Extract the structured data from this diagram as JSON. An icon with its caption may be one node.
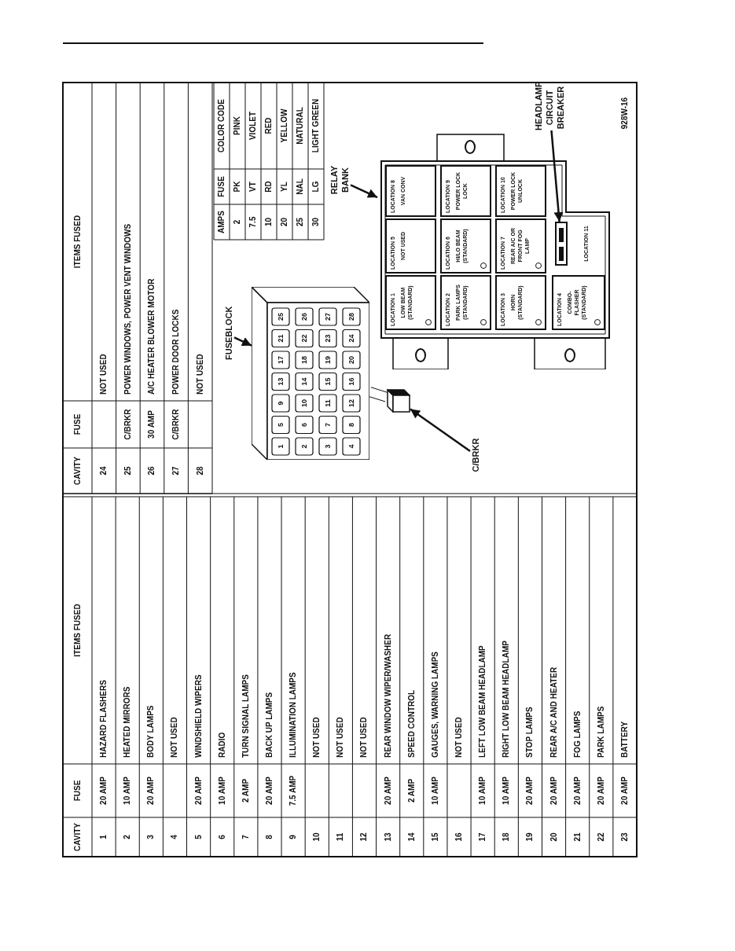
{
  "diagram": {
    "nodes": [
      {
        "text": [
          "FUSEBLOCK"
        ]
      },
      {
        "text": [],
        "shape": "picture"
      },
      {
        "text": [
          "C/BRKR"
        ]
      },
      {
        "text": [],
        "shape": "box"
      },
      {
        "text": [
          "RELAY BANK"
        ]
      },
      {
        "text": [],
        "shape": "box"
      },
      {
        "text": [
          "LOCATION 1",
          "LOW BEAM (STANDARD)"
        ],
        "in": 5
      },
      {
        "text": [
          "LOCATION 5",
          "NOT USED"
        ],
        "in": 5
      },
      {
        "text": [
          "LOCATION 8",
          "VAN CONV"
        ],
        "in": 5
      },
      {
        "text": [
          "LOCATION 2",
          "PARK LAMPS (STANDARD)"
        ],
        "in": 5
      },
      {
        "text": [
          "LOCATION 6",
          "HI/LO BEAM (STANDARD)"
        ],
        "in": 5
      },
      {
        "text": [
          "LOCATION 9",
          "POWER LOCK LOCK"
        ],
        "in": 5
      },
      {
        "text": [
          "LOCATION 3",
          "HORN (STANDARD)"
        ],
        "in": 5
      },
      {
        "text": [
          "LOCATION 7",
          "REAR A/C OR FRONT FOG LAMP"
        ],
        "in": 5
      },
      {
        "text": [
          "LOCATION 10",
          "POWER LOCK UNLOCK"
        ],
        "in": 5
      },
      {
        "text": [
          "LOCATION 4",
          "COMBO-FLASHER (STANDARD)"
        ],
        "in": 5
      },
      {
        "text": [
          "LOCATION 11"
        ],
        "in": 5
      },
      {
        "text": [],
        "shape": "picture",
        "in": 5
      },
      {
        "text": [
          "HEADLAMP CIRCUIT BREAKER"
        ]
      }
    ],
    "edges": [
      {
        "from": 0,
        "to": 1,
        "arrow": "to"
      },
      {
        "from": 2,
        "to": 3,
        "arrow": "to"
      },
      {
        "from": 1,
        "to": 3,
        "arrow": "none"
      },
      {
        "from": 1,
        "to": 3,
        "arrow": "none"
      },
      {
        "from": 4,
        "to": 5,
        "arrow": "to"
      },
      {
        "from": 18,
        "to": 17,
        "arrow": "to"
      }
    ],
    "labels": [
      "CAVITY",
      "FUSE",
      "ITEMS FUSED",
      "1",
      "20 AMP",
      "HAZARD FLASHERS",
      "2",
      "10 AMP",
      "HEATED MIRRORS",
      "3",
      "20 AMP",
      "BODY LAMPS",
      "4",
      "NOT USED",
      "5",
      "20 AMP",
      "WINDSHIELD WIPERS",
      "6",
      "10 AMP",
      "RADIO",
      "7",
      "2 AMP",
      "TURN SIGNAL LAMPS",
      "8",
      "20 AMP",
      "BACK UP LAMPS",
      "9",
      "7.5 AMP",
      "ILLUMINATION LAMPS",
      "10",
      "NOT USED",
      "11",
      "NOT USED",
      "12",
      "NOT USED",
      "13",
      "20 AMP",
      "REAR WINDOW WIPER/WASHER",
      "14",
      "2 AMP",
      "SPEED CONTROL",
      "15",
      "10 AMP",
      "GAUGES, WARNING LAMPS",
      "16",
      "NOT USED",
      "17",
      "10 AMP",
      "LEFT LOW BEAM HEADLAMP",
      "18",
      "10 AMP",
      "RIGHT LOW BEAM HEADLAMP",
      "19",
      "20 AMP",
      "STOP LAMPS",
      "20",
      "20 AMP",
      "REAR A/C AND HEATER",
      "21",
      "20 AMP",
      "FOG LAMPS",
      "22",
      "20 AMP",
      "PARK LAMPS",
      "23",
      "20 AMP",
      "BATTERY",
      "CAVITY",
      "FUSE",
      "ITEMS FUSED",
      "24",
      "NOT USED",
      "25",
      "C/BRKR",
      "POWER WINDOWS, POWER VENT WINDOWS",
      "26",
      "30 AMP",
      "A/C HEATER BLOWER MOTOR",
      "27",
      "C/BRKR",
      "POWER DOOR LOCKS",
      "28",
      "NOT USED",
      "AMPS",
      "FUSE",
      "COLOR CODE",
      "2",
      "PK",
      "PINK",
      "7.5",
      "VT",
      "VIOLET",
      "10",
      "RD",
      "RED",
      "20",
      "YL",
      "YELLOW",
      "25",
      "NAL",
      "NATURAL",
      "30",
      "LG",
      "LIGHT GREEN",
      "928W-16",
      "1",
      "2",
      "3",
      "4",
      "5",
      "6",
      "7",
      "8",
      "9",
      "10",
      "11",
      "12",
      "13",
      "14",
      "15",
      "16",
      "17",
      "18",
      "19",
      "20",
      "21",
      "22",
      "23",
      "24",
      "25",
      "26",
      "27",
      "28"
    ]
  }
}
